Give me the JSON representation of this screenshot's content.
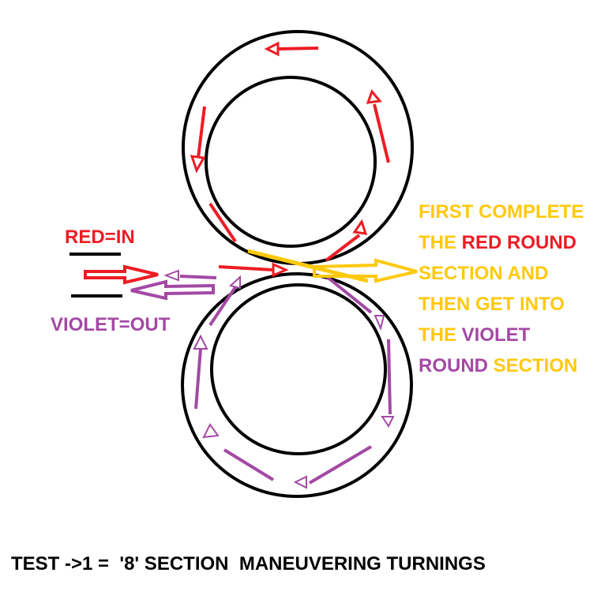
{
  "legend": {
    "red_in": "RED=IN",
    "violet_out": "VIOLET=OUT"
  },
  "instruction": {
    "line1": "FIRST COMPLETE",
    "line2_a": "THE ",
    "line2_b": "RED ROUND",
    "line3": "SECTION AND",
    "line4": "THEN GET INTO",
    "line5_a": "THE ",
    "line5_b": "VIOLET",
    "line6_a": "ROUND",
    "line6_b": " SECTION"
  },
  "title": "TEST ->1 =  '8' SECTION  MANEUVERING TURNINGS",
  "colors": {
    "red": "#ed1c24",
    "violet": "#a349a4",
    "yellow": "#ffc90e",
    "track": "#000000"
  },
  "icons": {
    "track": "figure-eight-track",
    "arrows": "direction-arrow-icon"
  }
}
